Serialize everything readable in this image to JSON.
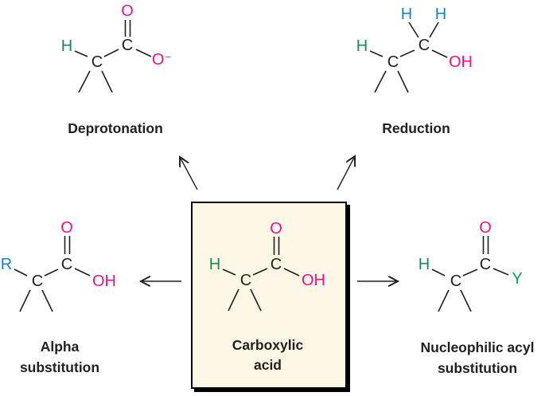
{
  "colors": {
    "pink": "#e8128c",
    "green": "#1e8656",
    "bright_green": "#07a351",
    "blue": "#1b81bc",
    "carbon": "#231f20",
    "box_background": "#fcf7e4"
  },
  "center": {
    "label_line1": "Carboxylic",
    "label_line2": "acid",
    "atoms": {
      "o": "O",
      "c_carboxyl": "C",
      "h": "H",
      "c_alpha": "C",
      "oh": "OH"
    }
  },
  "deprotonation": {
    "label": "Deprotonation",
    "atoms": {
      "o": "O",
      "c_carboxyl": "C",
      "h": "H",
      "c_alpha": "C",
      "o_anion": "O",
      "charge": "−"
    }
  },
  "reduction": {
    "label": "Reduction",
    "atoms": {
      "h_top_left": "H",
      "h_top_right": "H",
      "c_carbinol": "C",
      "h": "H",
      "c_alpha": "C",
      "oh": "OH"
    }
  },
  "alpha_substitution": {
    "label_line1": "Alpha",
    "label_line2": "substitution",
    "atoms": {
      "o": "O",
      "c_carboxyl": "C",
      "r": "R",
      "c_alpha": "C",
      "oh": "OH"
    }
  },
  "nucleophilic_acyl_substitution": {
    "label_line1": "Nucleophilic acyl",
    "label_line2": "substitution",
    "atoms": {
      "o": "O",
      "c_carboxyl": "C",
      "h": "H",
      "c_alpha": "C",
      "y": "Y"
    }
  }
}
